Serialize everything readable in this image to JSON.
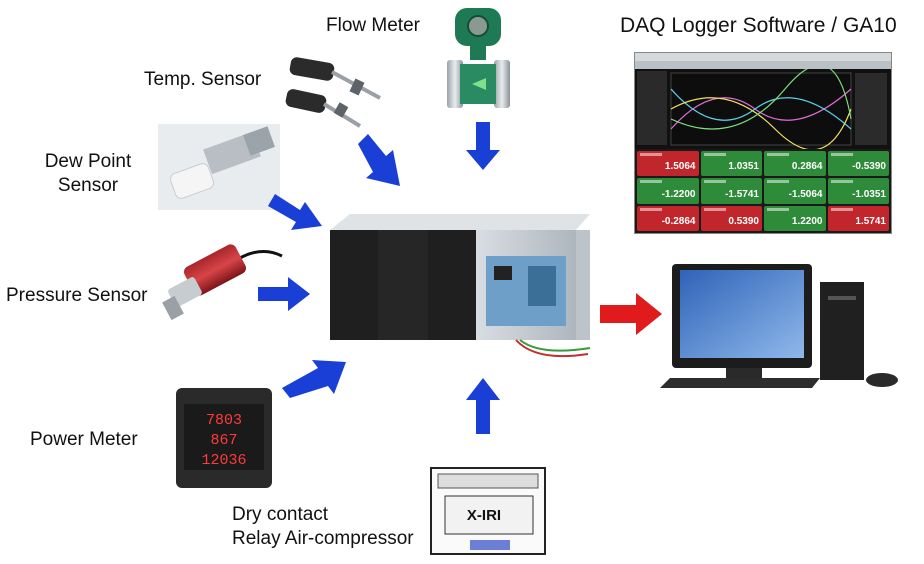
{
  "title": "DAQ Logger Software / GA10",
  "labels": {
    "flow_meter": "Flow Meter",
    "temp_sensor": "Temp. Sensor",
    "dew_point_1": "Dew Point",
    "dew_point_2": "Sensor",
    "pressure_sensor": "Pressure Sensor",
    "power_meter": "Power Meter",
    "dry_contact_1": "Dry contact",
    "dry_contact_2": "Relay Air-compressor"
  },
  "device_text": {
    "relay_box": "X-IRI",
    "power_meter_readings": [
      "7803",
      "867",
      "12036"
    ]
  },
  "software_panel": {
    "values": [
      "1.5064",
      "1.0351",
      "0.2864",
      "-0.5390",
      "-1.2200",
      "-1.5741",
      "-1.5064",
      "-1.0351",
      "-0.2864",
      "0.5390",
      "1.2200",
      "1.5741"
    ],
    "tile_colors": [
      "#c0262b",
      "#2e8b3a",
      "#2e8b3a",
      "#2e8b3a",
      "#2e8b3a",
      "#2e8b3a",
      "#2e8b3a",
      "#2e8b3a",
      "#c0262b",
      "#c0262b",
      "#2e8b3a",
      "#c0262b"
    ]
  },
  "colors": {
    "arrow_in": "#1a3fd6",
    "arrow_out": "#e11b1b"
  }
}
